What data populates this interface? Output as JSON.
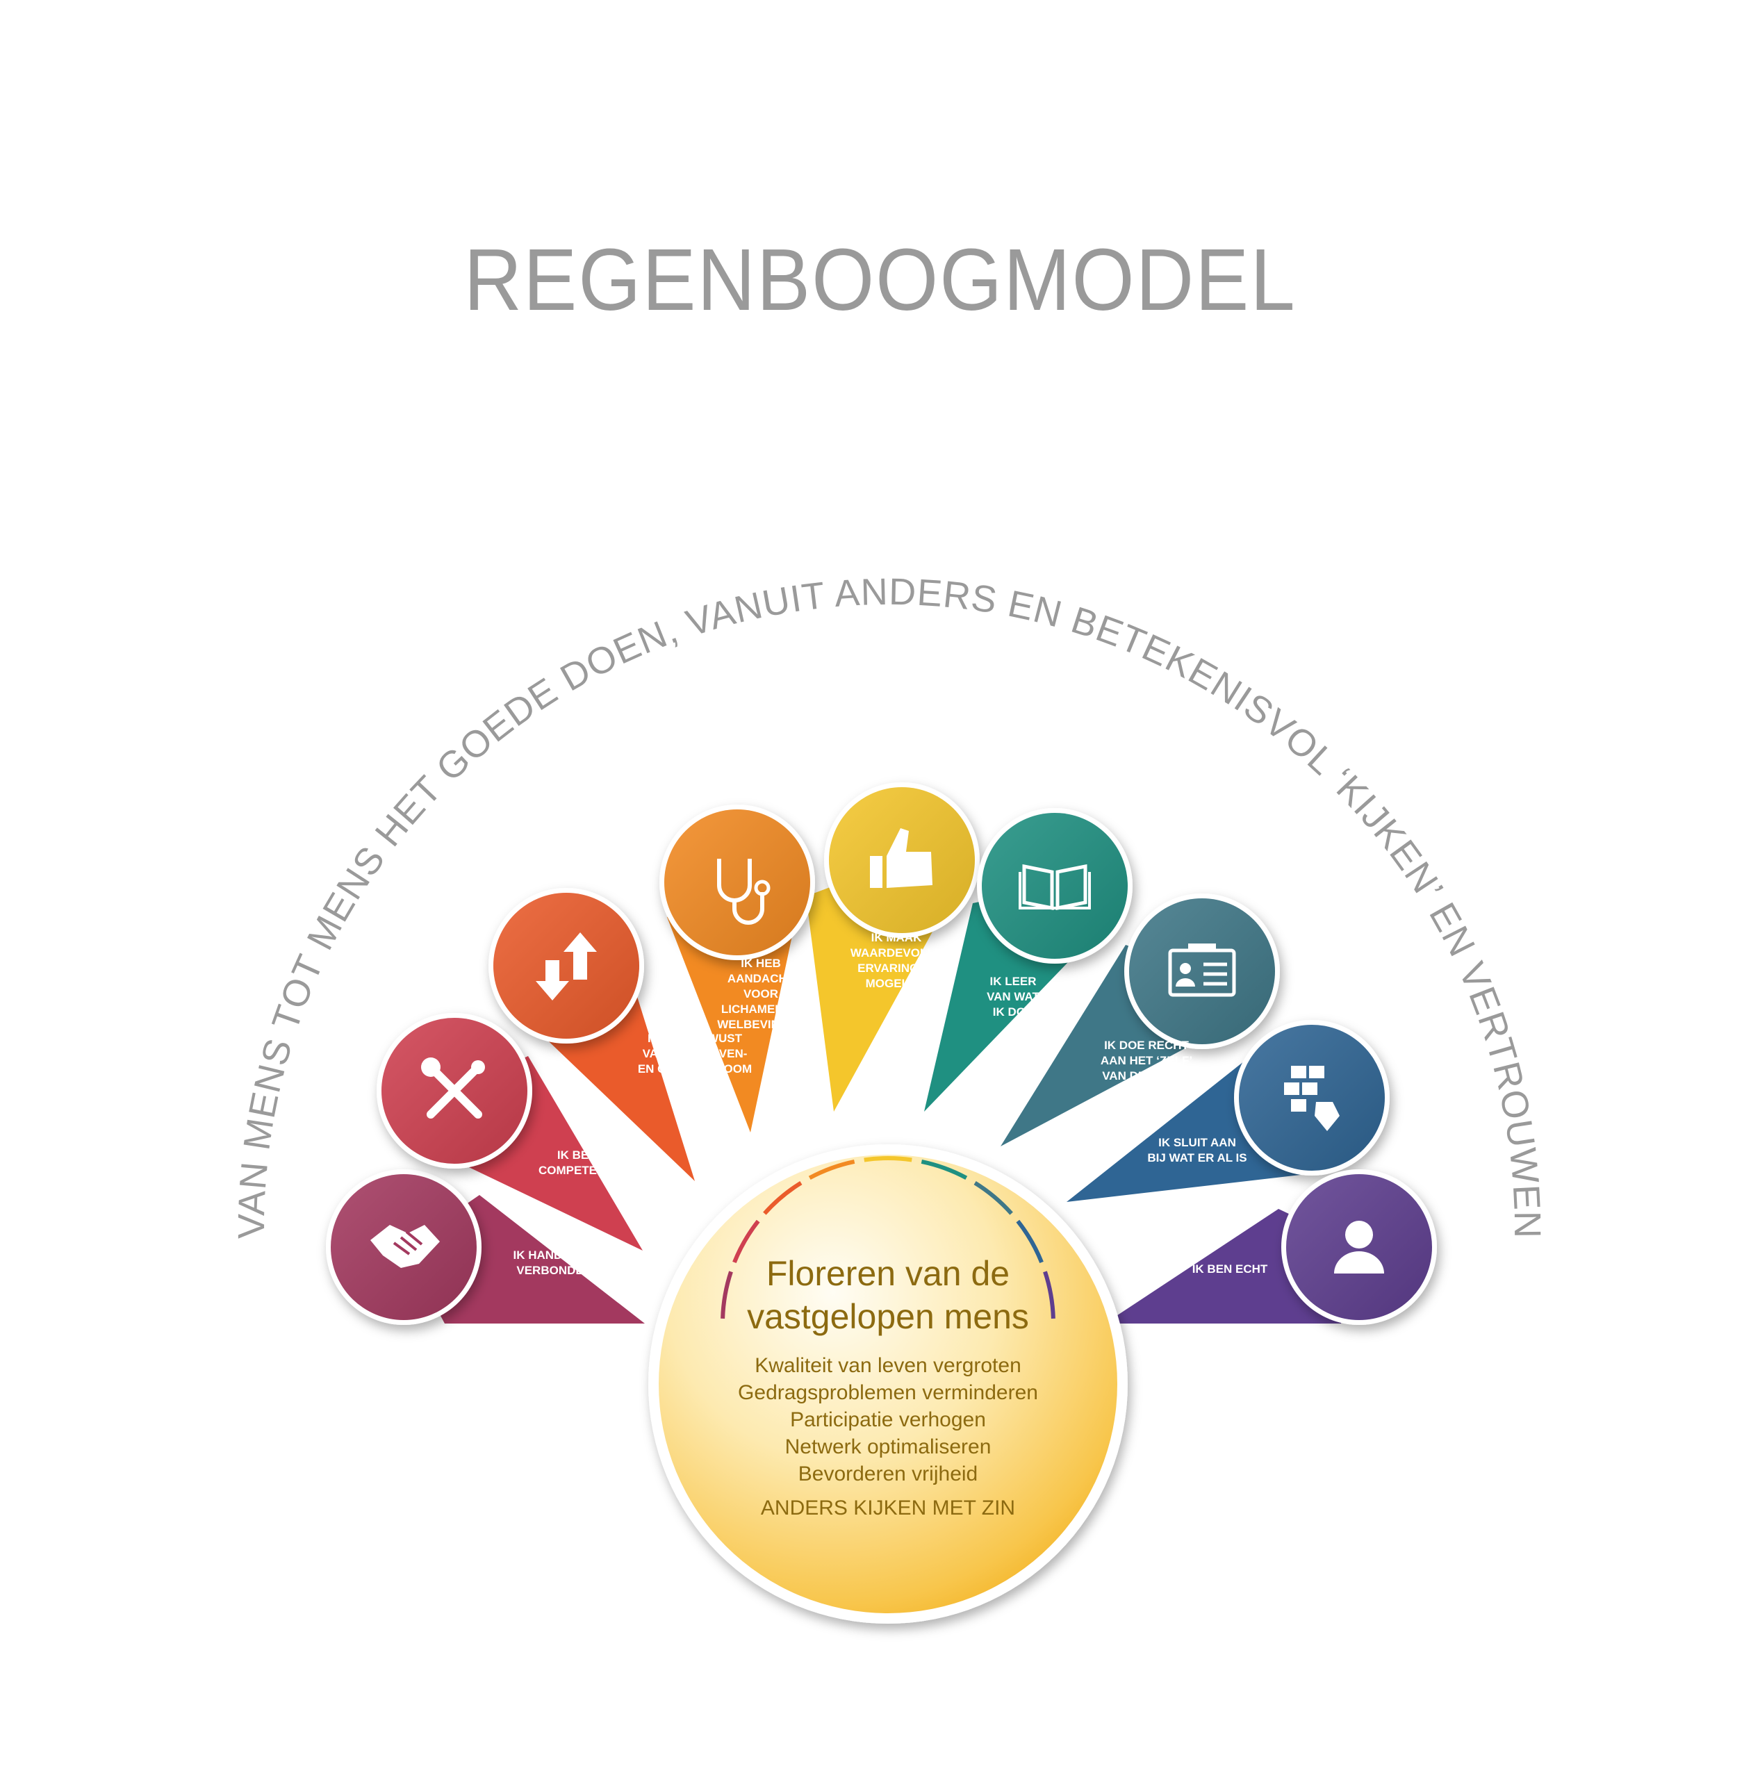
{
  "title": "REGENBOOGMODEL",
  "arc_text": "VAN MENS TOT MENS HET GOEDE DOEN, VANUIT ANDERS EN BETEKENISVOL ‘KIJKEN’ EN VERTROUWEN",
  "center": {
    "heading_lines": [
      "Floreren van de",
      "vastgelopen mens"
    ],
    "items": [
      "Kwaliteit van leven vergroten",
      "Gedragsproblemen verminderen",
      "Participatie verhogen",
      "Netwerk optimaliseren",
      "Bevorderen vrijheid"
    ],
    "tagline": "ANDERS KIJKEN MET ZIN"
  },
  "segments": [
    {
      "id": "verbondenheid",
      "label_lines": [
        "IK HANDEL VANUIT",
        "VERBONDENHEID"
      ],
      "icon": "handshake-icon",
      "color": "#a3395f"
    },
    {
      "id": "competenties",
      "label_lines": [
        "IK BENUT",
        "COMPETENTIES"
      ],
      "icon": "tools-icon",
      "color": "#cf4050"
    },
    {
      "id": "bovenstroom",
      "label_lines": [
        "IK BEN BEWUST",
        "VAN MIJN BOVEN-",
        "EN ONDERSTROOM"
      ],
      "icon": "up-down-arrows-icon",
      "color": "#ea5b2b"
    },
    {
      "id": "welbevinden",
      "label_lines": [
        "IK HEB",
        "AANDACHT",
        "VOOR",
        "LICHAMELIJK",
        "WELBEVINDEN"
      ],
      "icon": "stethoscope-icon",
      "color": "#f28a22"
    },
    {
      "id": "ervaringen",
      "label_lines": [
        "IK MAAK",
        "WAARDEVOLLE",
        "ERVARINGEN",
        "MOGELIJK"
      ],
      "icon": "thumbs-up-icon",
      "color": "#f4c62c"
    },
    {
      "id": "leren",
      "label_lines": [
        "IK LEER",
        "VAN WAT",
        "IK DOE"
      ],
      "icon": "book-icon",
      "color": "#1f9081"
    },
    {
      "id": "zelf",
      "label_lines": [
        "IK DOE RECHT",
        "AAN HET ‘ZELF’",
        "VAN DE ANDER"
      ],
      "icon": "id-card-icon",
      "color": "#3f7787"
    },
    {
      "id": "aansluiten",
      "label_lines": [
        "IK SLUIT AAN",
        "BIJ WAT ER AL IS"
      ],
      "icon": "building-blocks-icon",
      "color": "#2f6594"
    },
    {
      "id": "echt",
      "label_lines": [
        "IK BEN ECHT"
      ],
      "icon": "person-icon",
      "color": "#5e3e8f"
    }
  ]
}
